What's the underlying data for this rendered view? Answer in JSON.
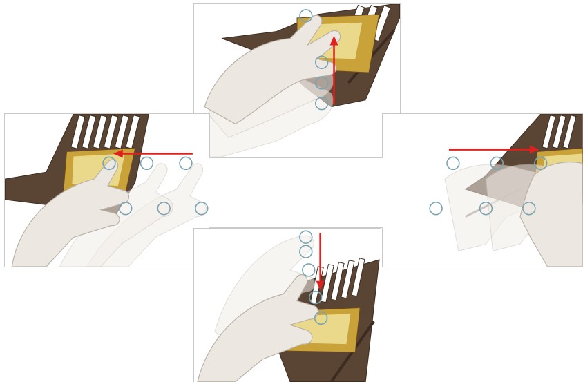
{
  "figure": {
    "panels": [
      {
        "id": "top",
        "gesture_direction": "up"
      },
      {
        "id": "left",
        "gesture_direction": "left"
      },
      {
        "id": "right",
        "gesture_direction": "right"
      },
      {
        "id": "bottom",
        "gesture_direction": "down"
      }
    ],
    "colors": {
      "arrow": "#e0201c",
      "wood": "#5a4434",
      "screen": "#c9a23a",
      "hand": "#ece8e1",
      "fingertip_ring": "#7aa3b2",
      "panel_border": "#c9c9c9"
    }
  }
}
